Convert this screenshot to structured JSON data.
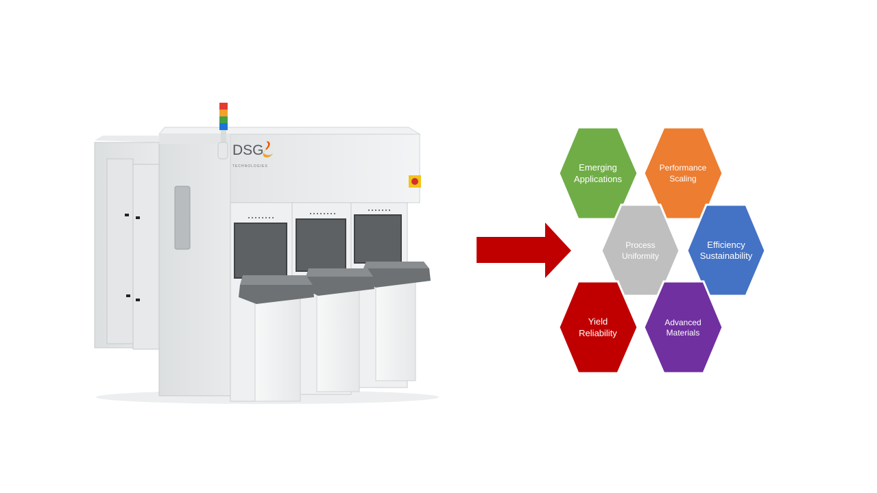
{
  "machine": {
    "brand_text": "DSG",
    "brand_sub": "TECHNOLOGIES",
    "tower_colors": [
      "#e53935",
      "#f2a12b",
      "#43a047",
      "#1e73d8"
    ],
    "brand_swoosh_colors": [
      "#e65100",
      "#f9a825"
    ],
    "body_color": "#eceeef",
    "port_color": "#6e7173"
  },
  "arrow": {
    "color": "#c00000"
  },
  "hexagons": [
    {
      "id": "emerging",
      "lines": [
        "Emerging",
        "Applications"
      ],
      "color": "#70ad47"
    },
    {
      "id": "performance",
      "lines": [
        "Performance",
        "Scaling"
      ],
      "color": "#ed7d31"
    },
    {
      "id": "process",
      "lines": [
        "Process",
        "Uniformity"
      ],
      "color": "#bfbfbf"
    },
    {
      "id": "efficiency",
      "lines": [
        "Efficiency",
        "Sustainability"
      ],
      "color": "#4472c4"
    },
    {
      "id": "yield",
      "lines": [
        "Yield",
        "Reliability"
      ],
      "color": "#c00000"
    },
    {
      "id": "advanced",
      "lines": [
        "Advanced",
        "Materials"
      ],
      "color": "#7030a0"
    }
  ]
}
